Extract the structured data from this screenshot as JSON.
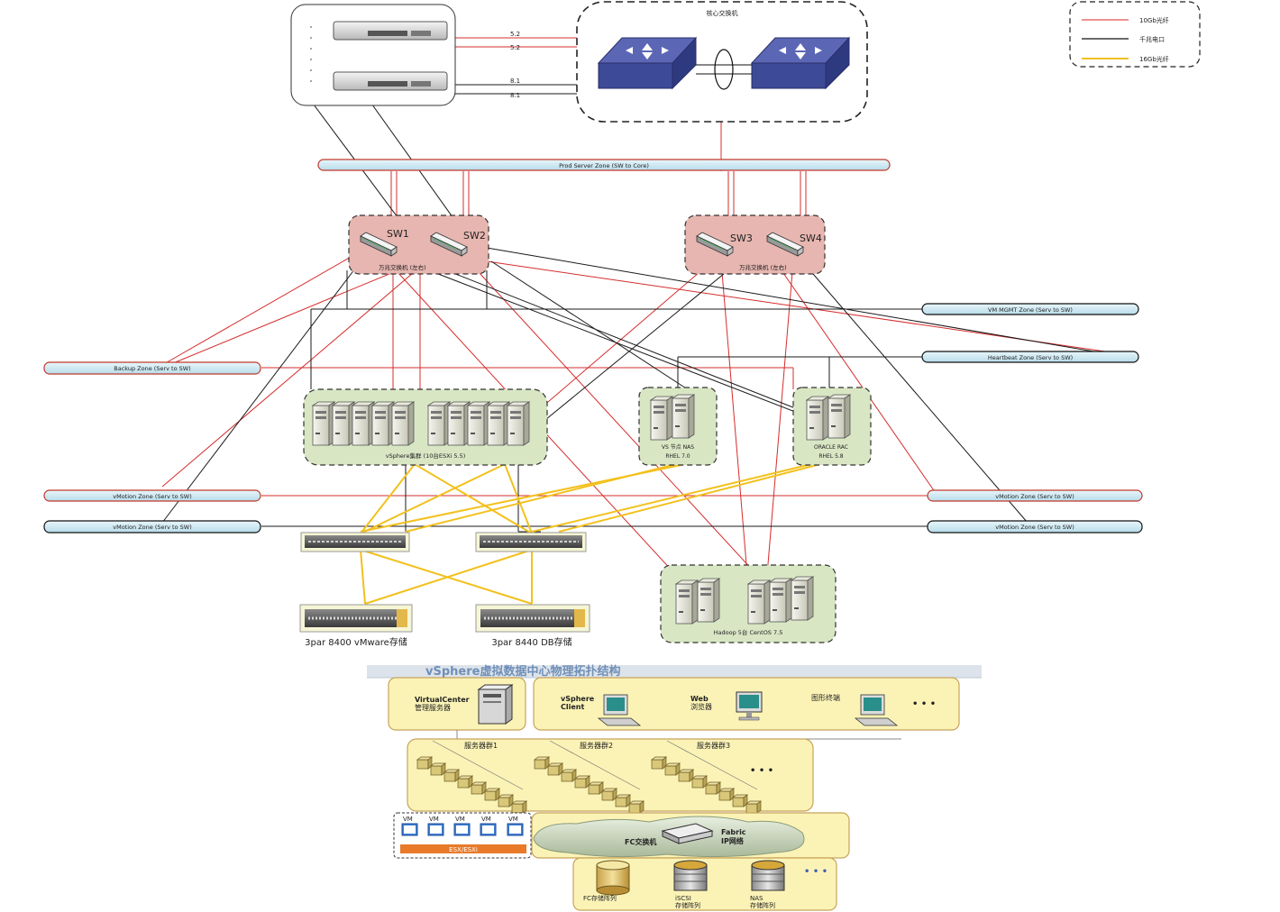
{
  "top": {
    "core_switch_title": "核心交换机",
    "legend": [
      {
        "label": "10Gb光纤",
        "color": "#e05050"
      },
      {
        "label": "千兆电口",
        "color": "#111111"
      },
      {
        "label": "16Gb光纤",
        "color": "#f0c020"
      }
    ],
    "link_labels": [
      "5.2",
      "5.2",
      "8.1",
      "8.1"
    ],
    "zones": {
      "prod": "Prod Server Zone (SW to Core)",
      "vm_mgmt": "VM MGMT Zone (Serv to SW)",
      "heartbeat": "Heartbeat Zone (Serv to SW)",
      "backup": "Backup Zone (Serv to SW)",
      "vmotion_left": "vMotion Zone (Serv to SW)",
      "vmotion_right": "vMotion Zone (Serv to SW)",
      "mgmt_left": "vMotion Zone (Serv to SW)",
      "mgmt_right": "vMotion Zone (Serv to SW)"
    },
    "switches": {
      "sw1": "SW1",
      "sw2": "SW2",
      "sw3": "SW3",
      "sw4": "SW4",
      "group1_caption": "万兆交换机 (左右)",
      "group2_caption": "万兆交换机 (左右)"
    },
    "servers": {
      "vsphere_caption": "vSphere集群 (10台ESXi 5.5)",
      "nas1_caption1": "VS 节点 NAS",
      "nas1_caption2": "RHEL 7.0",
      "nas2_caption1": "ORACLE RAC",
      "nas2_caption2": "RHEL 5.8",
      "hadoop_caption": "Hadoop 5台 CentOS 7.5"
    },
    "storage": {
      "left_caption": "3par 8400 vMware存储",
      "right_caption": "3par 8440 DB存储"
    }
  },
  "bottom": {
    "title": "vSphere虚拟数据中心物理拓扑结构",
    "virtualcenter": {
      "line1": "VirtualCenter",
      "line2": "管理服务器"
    },
    "clients": [
      {
        "line1": "vSphere",
        "line2": "Client"
      },
      {
        "line1": "Web",
        "line2": "浏览器"
      },
      {
        "line1": "图形终端",
        "line2": ""
      }
    ],
    "ellipsis": "• • •",
    "clusters": [
      "服务器群1",
      "服务器群2",
      "服务器群3"
    ],
    "vm_label": "VM",
    "esx_label": "ESX/ESXi",
    "fabric": {
      "fc": "FC交换机",
      "fabric1": "Fabric",
      "fabric2": "IP网络"
    },
    "storage": [
      {
        "line1": "FC存储阵列",
        "line2": ""
      },
      {
        "line1": "iSCSI",
        "line2": "存储阵列"
      },
      {
        "line1": "NAS",
        "line2": "存储阵列"
      }
    ]
  }
}
